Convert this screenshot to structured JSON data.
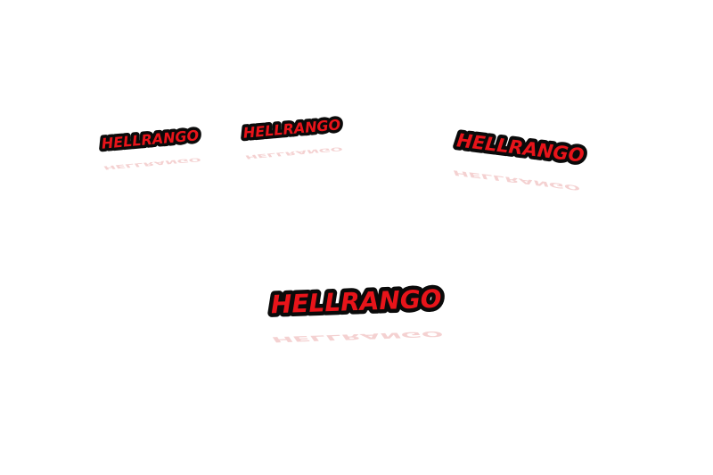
{
  "badges": [
    {
      "text": "HELLRANGO"
    },
    {
      "text": "HELLRANGO"
    },
    {
      "text": "HELLRANGO"
    },
    {
      "text": "HELLRANGO"
    }
  ],
  "colors": {
    "text_fill": "#e8141a",
    "outline": "#0a0a0a",
    "reflection": "#e89a9a",
    "background": "#ffffff"
  }
}
